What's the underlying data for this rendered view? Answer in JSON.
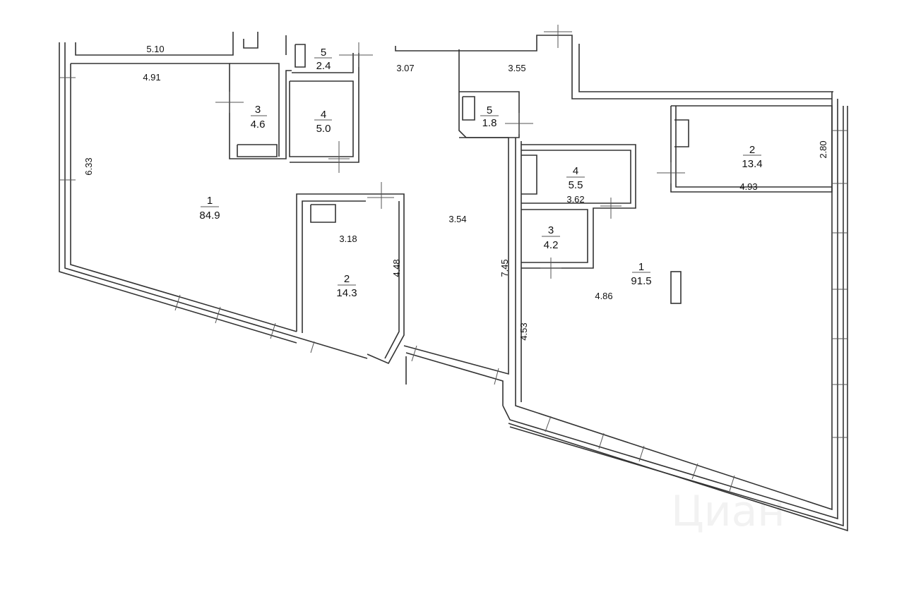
{
  "watermark": "Циан",
  "left_unit": {
    "rooms": [
      {
        "number": "1",
        "area": "84.9"
      },
      {
        "number": "2",
        "area": "14.3"
      },
      {
        "number": "3",
        "area": "4.6"
      },
      {
        "number": "4",
        "area": "5.0"
      },
      {
        "number": "5",
        "area": "2.4"
      }
    ],
    "dimensions": [
      "5.10",
      "4.91",
      "6.33",
      "3.18",
      "4.48",
      "3.54",
      "3.07"
    ]
  },
  "right_unit": {
    "rooms": [
      {
        "number": "1",
        "area": "91.5"
      },
      {
        "number": "2",
        "area": "13.4"
      },
      {
        "number": "3",
        "area": "4.2"
      },
      {
        "number": "4",
        "area": "5.5"
      },
      {
        "number": "5",
        "area": "1.8"
      }
    ],
    "dimensions": [
      "3.55",
      "2.80",
      "4.93",
      "3.62",
      "7.45",
      "4.86",
      "4.53"
    ]
  }
}
